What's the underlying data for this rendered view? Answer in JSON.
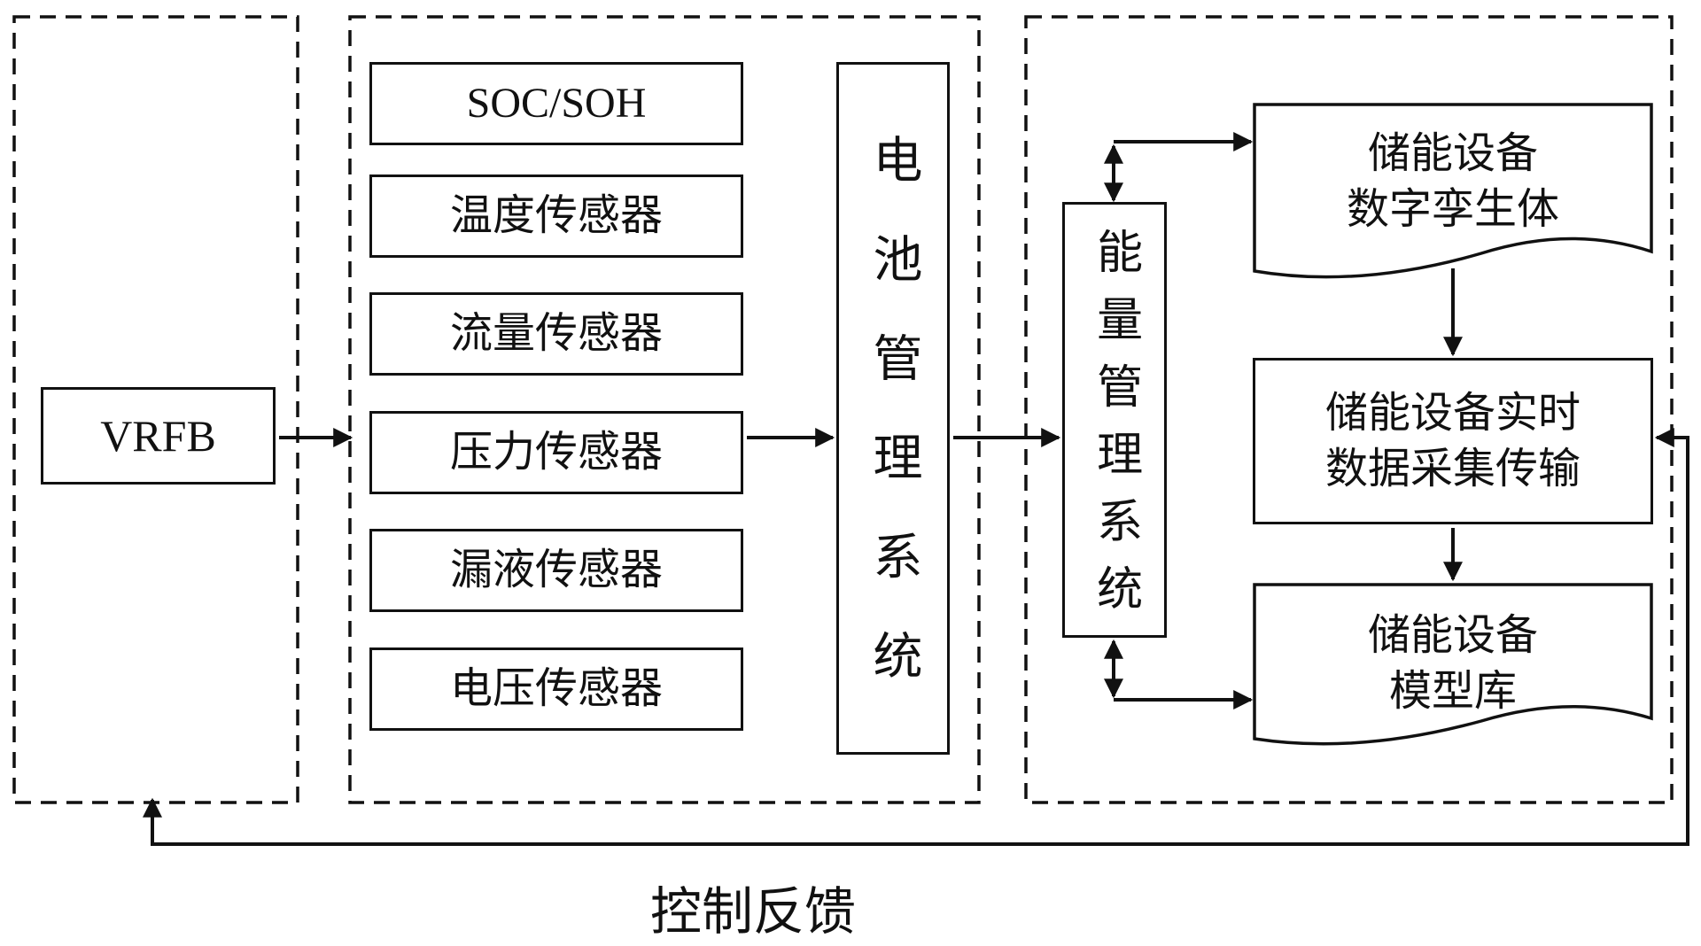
{
  "colors": {
    "ink": "#111111",
    "background": "#ffffff"
  },
  "vrfb": {
    "label": "VRFB"
  },
  "sensors": {
    "items": [
      "SOC/SOH",
      "温度传感器",
      "流量传感器",
      "压力传感器",
      "漏液传感器",
      "电压传感器"
    ]
  },
  "bms": {
    "label": "电池管理系统"
  },
  "ems": {
    "label": "能量管理系统"
  },
  "digital_twin": {
    "label": "储能设备\n数字孪生体"
  },
  "realtime": {
    "label": "储能设备实时\n数据采集传输"
  },
  "model_library": {
    "label": "储能设备\n模型库"
  },
  "feedback": {
    "label": "控制反馈"
  }
}
